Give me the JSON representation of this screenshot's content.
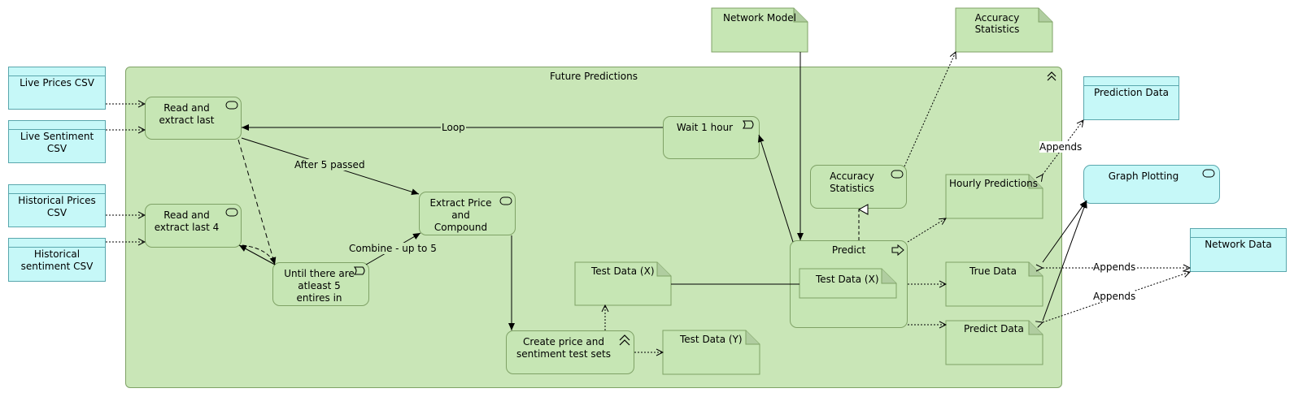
{
  "container": {
    "title": "Future Predictions"
  },
  "inputs": {
    "live_prices": "Live Prices CSV",
    "live_sentiment": "Live Sentiment CSV",
    "historical_prices": "Historical Prices CSV",
    "historical_sentiment": "Historical sentiment CSV"
  },
  "processes": {
    "read_last": "Read and extract last",
    "read_last4": "Read and extract last 4",
    "until_five": "Until there are atleast 5 entires in",
    "extract": "Extract Price and Compound",
    "wait": "Wait 1 hour",
    "create_sets": "Create price and sentiment test sets",
    "predict": "Predict",
    "accuracy": "Accuracy Statistics",
    "graph_plotting": "Graph Plotting"
  },
  "artifacts": {
    "network_model": "Network Model",
    "accuracy_stats": "Accuracy Statistics",
    "test_x": "Test Data (X)",
    "test_x_inner": "Test Data (X)",
    "test_y": "Test Data (Y)",
    "hourly_predictions": "Hourly Predictions",
    "true_data": "True Data",
    "predict_data": "Predict Data"
  },
  "outputs": {
    "prediction_data": "Prediction Data",
    "network_data": "Network Data"
  },
  "edge_labels": {
    "loop": "Loop",
    "after_five": "After 5 passed",
    "combine": "Combine - up to 5",
    "appends_prediction": "Appends",
    "appends_network": "Appends",
    "appends_predict": "Appends"
  },
  "colors": {
    "green_fill": "#c9e6b7",
    "cyan_fill": "#c6f8f8",
    "green_stroke": "#7fa266",
    "cyan_stroke": "#5aa7ad"
  },
  "icons": {
    "process": "rounded-process-icon",
    "event": "event-icon",
    "collapse": "collapse-chevron-icon",
    "interface": "interface-arrow-icon"
  }
}
